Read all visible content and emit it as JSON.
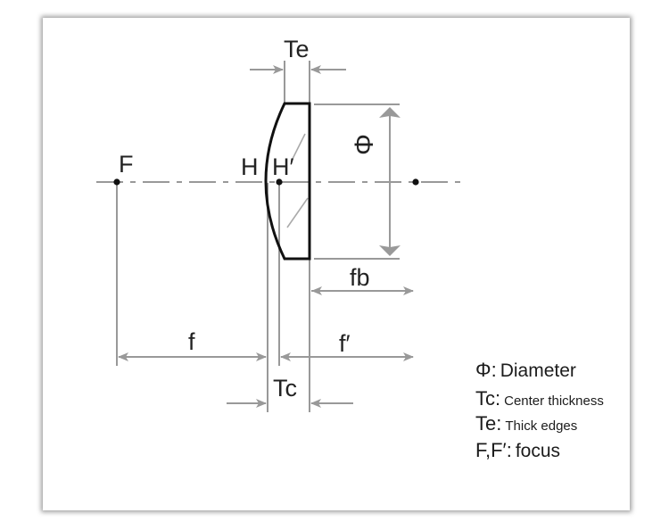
{
  "diagram": {
    "labels": {
      "te": "Te",
      "diameter": "Φ",
      "focus_front": "F",
      "principal_h": "H",
      "principal_h_prime": "H′",
      "fb": "fb",
      "f": "f",
      "f_prime": "f′",
      "tc": "Tc"
    }
  },
  "legend": {
    "items": [
      {
        "symbol": "Φ",
        "separator": ":",
        "text": "Diameter",
        "size": "big"
      },
      {
        "symbol": "Tc",
        "separator": ":",
        "text": "Center thickness",
        "size": "small"
      },
      {
        "symbol": "Te",
        "separator": ":",
        "text": "Thick edges",
        "size": "small"
      },
      {
        "symbol": "F,F′",
        "separator": ":",
        "text": "focus",
        "size": "big"
      }
    ]
  },
  "colors": {
    "line": "#999999",
    "outline": "#111111",
    "text": "#222222"
  }
}
